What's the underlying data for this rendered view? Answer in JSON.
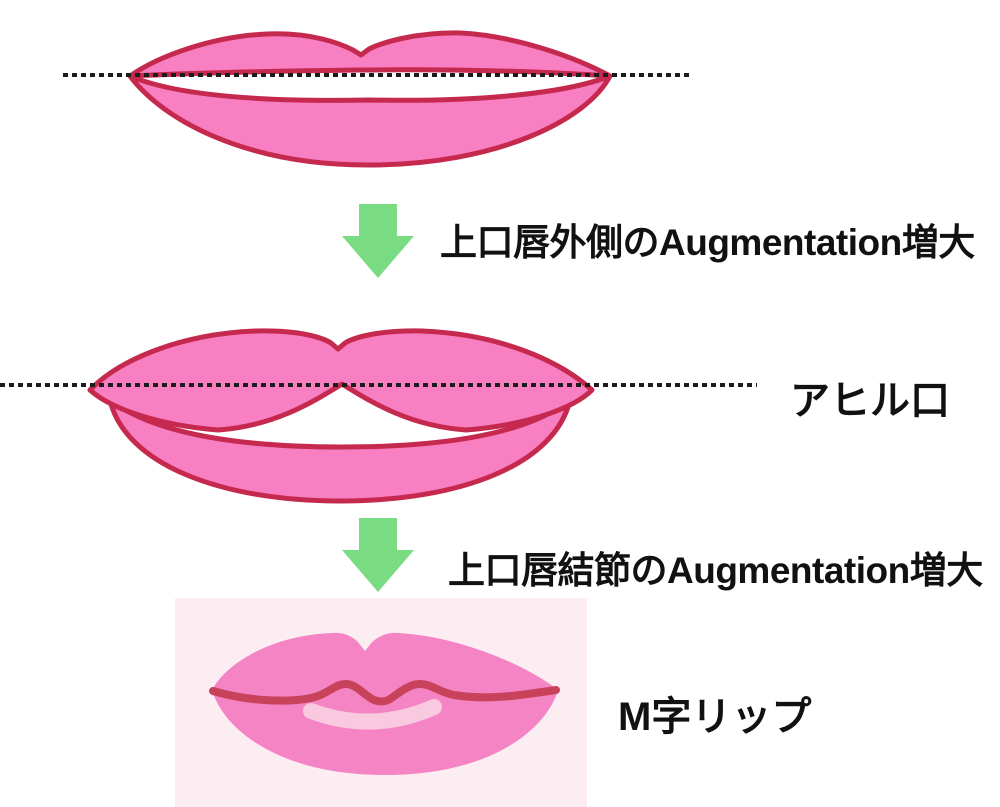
{
  "captions": {
    "step1": "上口唇外側のAugmentation増大",
    "step2": "上口唇結節のAugmentation増大"
  },
  "labels": {
    "duck_mouth": "アヒル口",
    "m_lips": "M字リップ"
  },
  "icons": {
    "arrow1": "down-arrow-icon",
    "arrow2": "down-arrow-icon"
  },
  "colors": {
    "page_bg": "#ffffff",
    "lip_fill": "#f97fc3",
    "lip_outline": "#c5294e",
    "m_lip_fill": "#f484c3",
    "m_lip_mouth": "#c7425a",
    "m_lip_highlight": "#f8c9df",
    "panel_bg": "#fbedf2",
    "arrow_green": "#79dc82",
    "dotted_line": "#1c1c1c",
    "text_color": "#111111"
  }
}
